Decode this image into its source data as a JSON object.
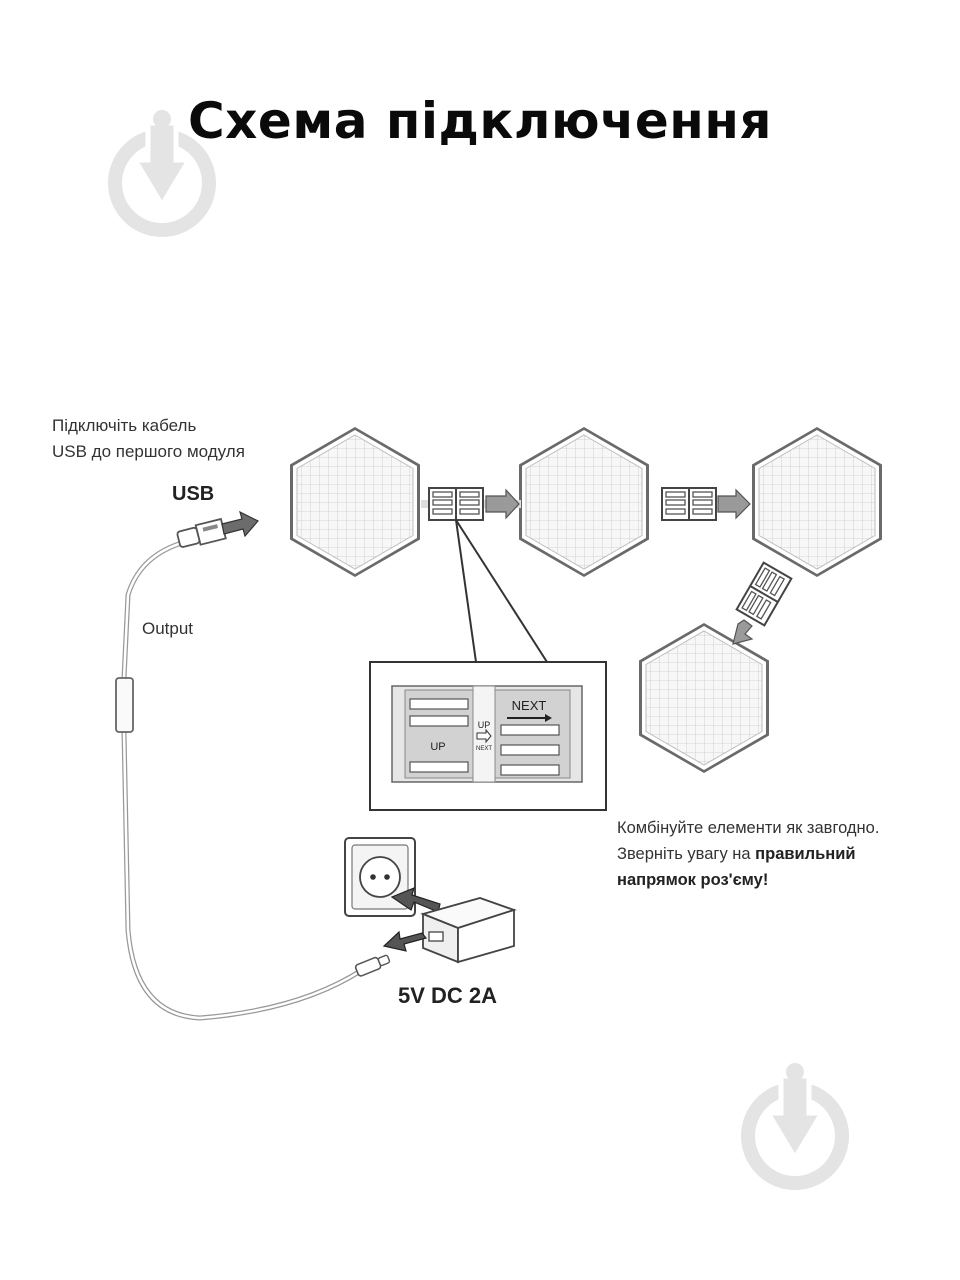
{
  "title": "Схема підключення",
  "labels": {
    "connect_line1": "Підключіть кабель",
    "connect_line2": "USB до першого модуля",
    "usb": "USB",
    "output": "Output",
    "voltage": "5V DC 2A"
  },
  "connector_detail": {
    "up": "UP",
    "next": "NEXT",
    "mid_up": "UP",
    "mid_next": "NEXT"
  },
  "note": {
    "line1": "Комбінуйте елементи як завгодно.",
    "line2_prefix": "Зверніть увагу на ",
    "line2_bold": "правильний",
    "line3_bold": "напрямок роз'єму!"
  },
  "icons": [
    "hexagon-light-module",
    "connector-icon",
    "usb-plug-icon",
    "power-adapter-icon",
    "wall-socket-icon",
    "watermark-logo-icon"
  ]
}
